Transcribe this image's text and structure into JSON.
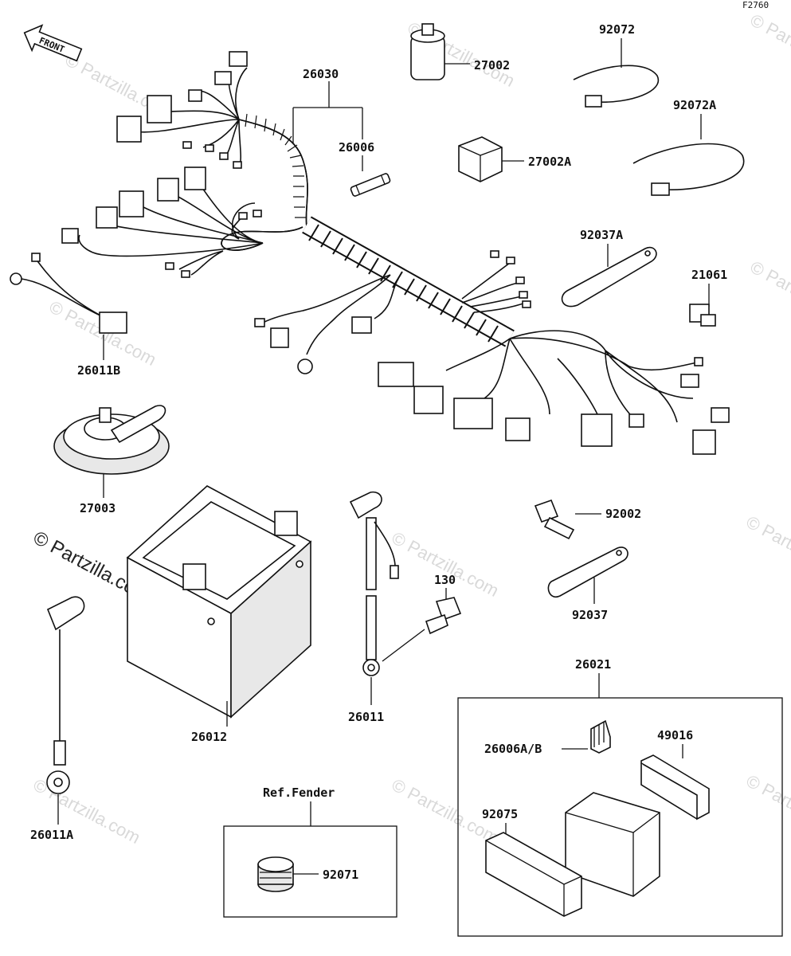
{
  "figure_code": "F2760",
  "front_label": "FRONT",
  "copyright_text": "© Partzilla.com",
  "watermark_text": "© Partzilla.com",
  "labels": {
    "p26030": "26030",
    "p26006": "26006",
    "p27002": "27002",
    "p27002a": "27002A",
    "p92072": "92072",
    "p92072a": "92072A",
    "p92037a": "92037A",
    "p21061": "21061",
    "p26011b": "26011B",
    "p27003": "27003",
    "p92002": "92002",
    "p92037": "92037",
    "p130": "130",
    "p26011": "26011",
    "p26012": "26012",
    "p26011a": "26011A",
    "p26021": "26021",
    "p26006ab": "26006A/B",
    "p49016": "49016",
    "p92075": "92075",
    "ref_fender": "Ref.Fender",
    "p92071": "92071"
  }
}
